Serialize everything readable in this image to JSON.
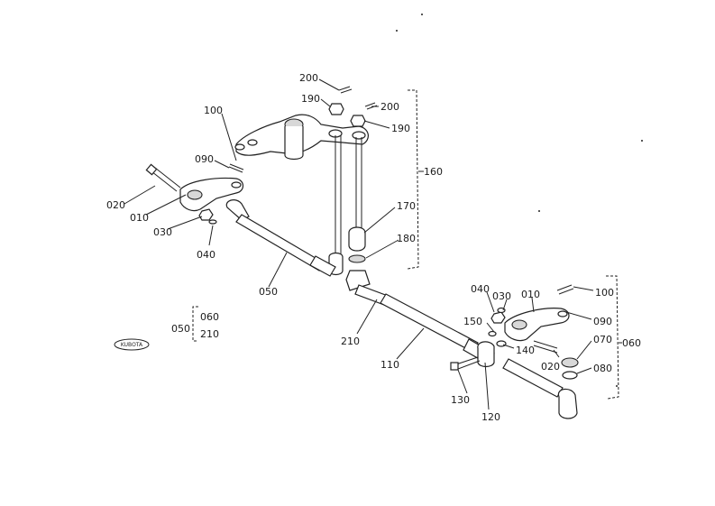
{
  "labels": {
    "p010_left": "010",
    "p010_right": "010",
    "p020_left": "020",
    "p020_right": "020",
    "p030_left": "030",
    "p030_right": "030",
    "p040_left": "040",
    "p040_right": "040",
    "p050": "050",
    "p060": "060",
    "p070": "070",
    "p080": "080",
    "p090_left": "090",
    "p090_right": "090",
    "p100_left": "100",
    "p100_right": "100",
    "p110": "110",
    "p120": "120",
    "p130": "130",
    "p140": "140",
    "p150": "150",
    "p160": "160",
    "p170": "170",
    "p180": "180",
    "p190_left": "190",
    "p190_right": "190",
    "p200_left": "200",
    "p200_right": "200",
    "p210": "210"
  },
  "legend": {
    "group": "050",
    "item1": "060",
    "item2": "210"
  },
  "logo": "KUBOTA"
}
